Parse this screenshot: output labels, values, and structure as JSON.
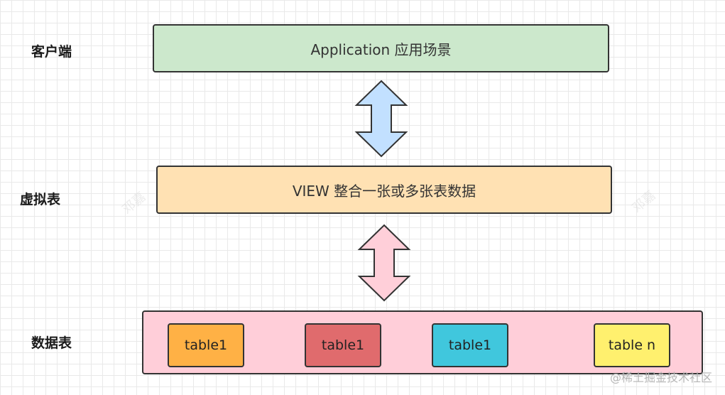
{
  "labels": {
    "client": "客户端",
    "virtual_table": "虚拟表",
    "data_table": "数据表"
  },
  "boxes": {
    "application": "Application 应用场景",
    "view": "VIEW 整合一张或多张表数据"
  },
  "tables": [
    {
      "label": "table1",
      "color": "#ffb145"
    },
    {
      "label": "table1",
      "color": "#e06b6d"
    },
    {
      "label": "table1",
      "color": "#40c7dd"
    },
    {
      "label": "table n",
      "color": "#fff06e"
    }
  ],
  "colors": {
    "application_fill": "#cce8cc",
    "view_fill": "#ffe1b3",
    "data_container_fill": "#ffced9",
    "arrow_top_fill": "#c2e0ff",
    "arrow_bottom_fill": "#ffcfd9"
  },
  "watermark": "邓嘉",
  "credit": "@稀土掘金技术社区"
}
